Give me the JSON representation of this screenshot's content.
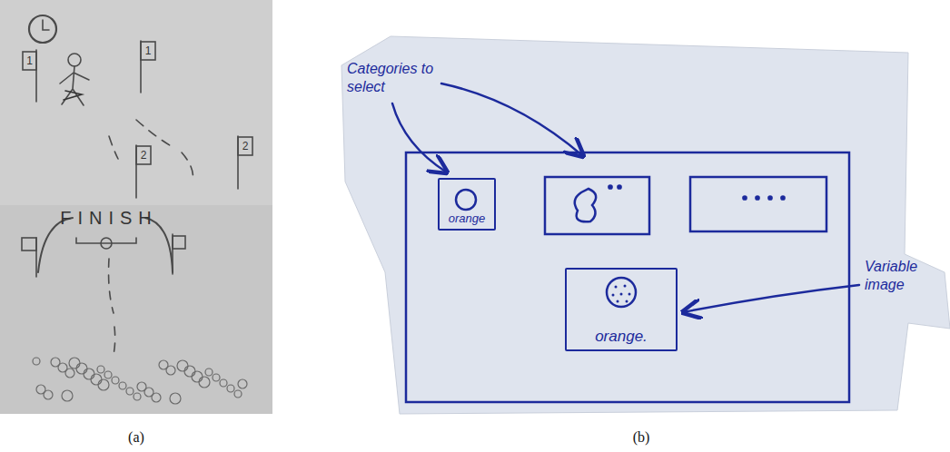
{
  "diagram": {
    "nodes": [
      {
        "text": [
          "orange"
        ]
      },
      {
        "text": [
          "orange."
        ]
      }
    ],
    "labels": [
      "(a)",
      "(b)",
      "FINISH",
      "1",
      "1",
      "2",
      "2",
      "Categories to select",
      "Variable image"
    ]
  }
}
